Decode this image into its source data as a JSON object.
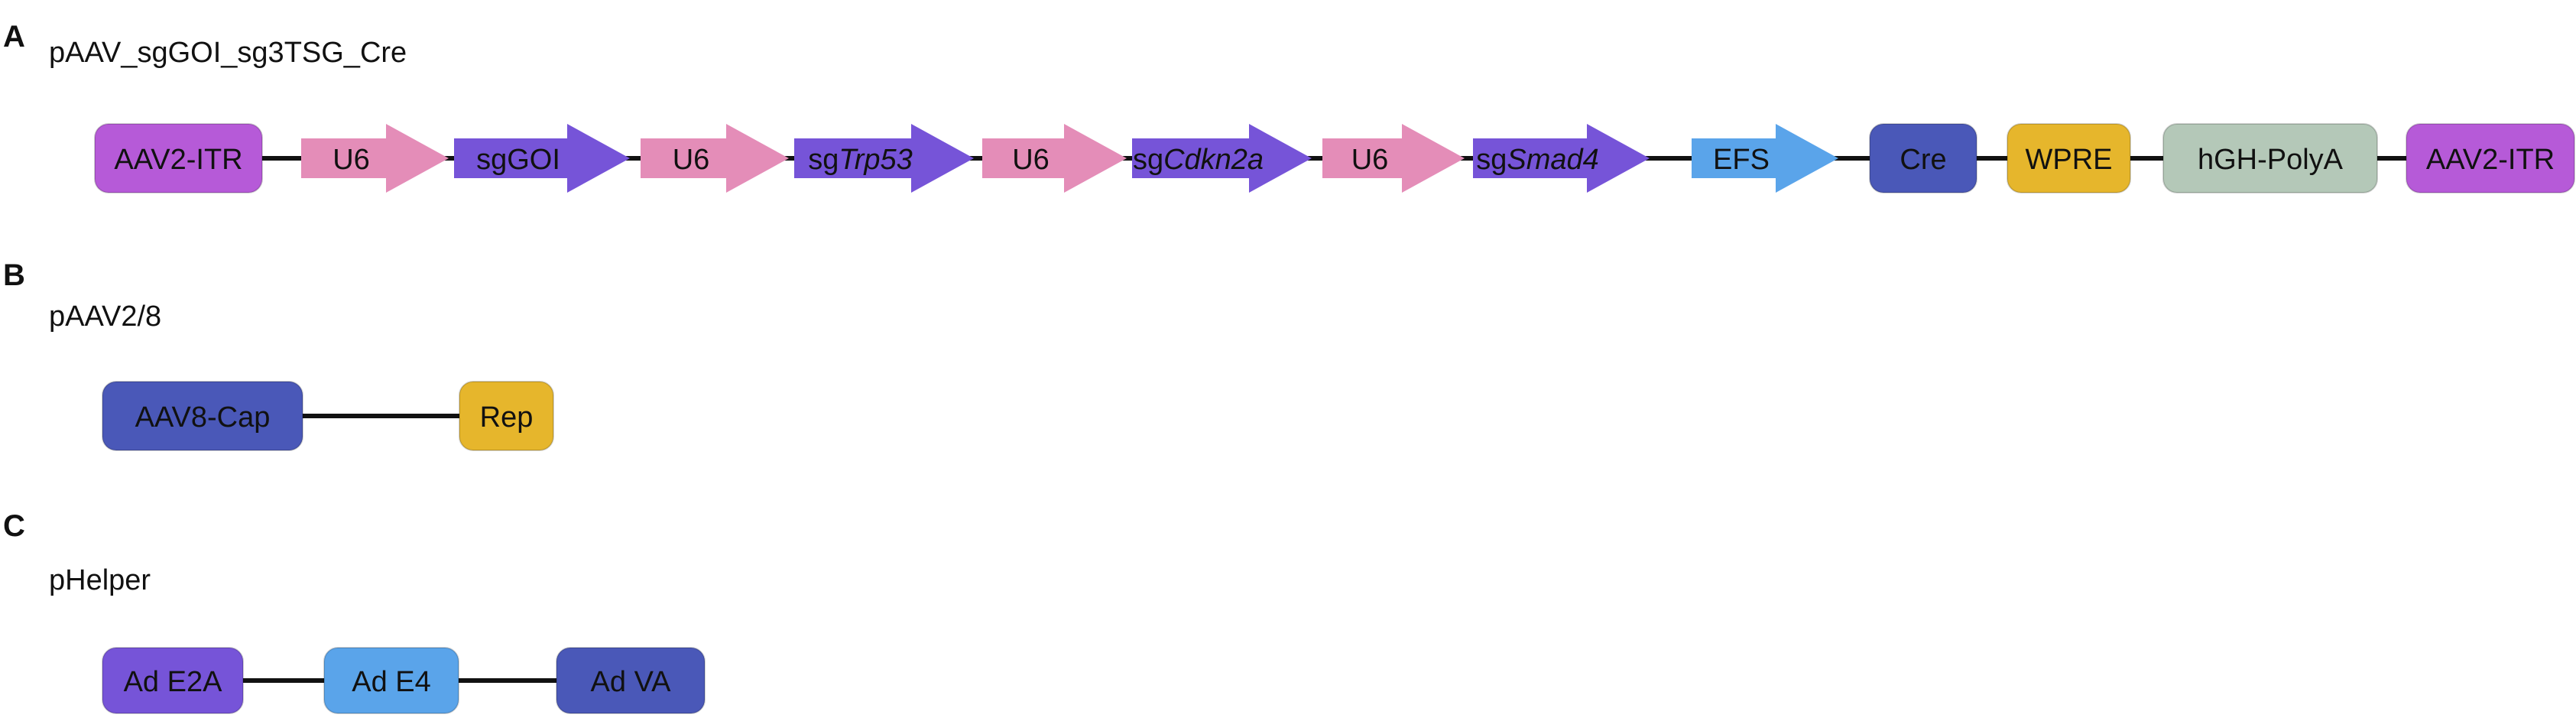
{
  "panels": [
    {
      "letter": "A",
      "plasmid": "pAAV_sgGOI_sg3TSG_Cre",
      "elements": [
        {
          "shape": "box",
          "color": "#b65ad8",
          "parts": [
            {
              "text": "AAV2-ITR"
            }
          ]
        },
        {
          "shape": "arrow",
          "color": "#e48db8",
          "parts": [
            {
              "text": "U6"
            }
          ]
        },
        {
          "shape": "arrow",
          "color": "#7654d8",
          "parts": [
            {
              "text": "sgGOI"
            }
          ]
        },
        {
          "shape": "arrow",
          "color": "#e48db8",
          "parts": [
            {
              "text": "U6"
            }
          ]
        },
        {
          "shape": "arrow",
          "color": "#7654d8",
          "parts": [
            {
              "text": "sg"
            },
            {
              "text": "Trp53",
              "italic": true
            }
          ]
        },
        {
          "shape": "arrow",
          "color": "#e48db8",
          "parts": [
            {
              "text": "U6"
            }
          ]
        },
        {
          "shape": "arrow",
          "color": "#7654d8",
          "parts": [
            {
              "text": "sg"
            },
            {
              "text": "Cdkn2a",
              "italic": true
            }
          ]
        },
        {
          "shape": "arrow",
          "color": "#e48db8",
          "parts": [
            {
              "text": "U6"
            }
          ]
        },
        {
          "shape": "arrow",
          "color": "#7654d8",
          "parts": [
            {
              "text": "sg"
            },
            {
              "text": "Smad4",
              "italic": true
            }
          ]
        },
        {
          "shape": "arrow",
          "color": "#5aa4ea",
          "parts": [
            {
              "text": "EFS"
            }
          ]
        },
        {
          "shape": "box",
          "color": "#4a58b8",
          "parts": [
            {
              "text": "Cre"
            }
          ]
        },
        {
          "shape": "box",
          "color": "#e6b62c",
          "parts": [
            {
              "text": "WPRE"
            }
          ]
        },
        {
          "shape": "box",
          "color": "#b4c8b8",
          "parts": [
            {
              "text": "hGH-PolyA"
            }
          ]
        },
        {
          "shape": "box",
          "color": "#b65ad8",
          "parts": [
            {
              "text": "AAV2-ITR"
            }
          ]
        }
      ]
    },
    {
      "letter": "B",
      "plasmid": "pAAV2/8",
      "elements": [
        {
          "shape": "box",
          "color": "#4a58b8",
          "parts": [
            {
              "text": "AAV8-Cap"
            }
          ]
        },
        {
          "shape": "box",
          "color": "#e6b62c",
          "parts": [
            {
              "text": "Rep"
            }
          ]
        }
      ]
    },
    {
      "letter": "C",
      "plasmid": "pHelper",
      "elements": [
        {
          "shape": "box",
          "color": "#7654d8",
          "parts": [
            {
              "text": "Ad E2A"
            }
          ]
        },
        {
          "shape": "box",
          "color": "#5aa4ea",
          "parts": [
            {
              "text": "Ad E4"
            }
          ]
        },
        {
          "shape": "box",
          "color": "#4a58b8",
          "parts": [
            {
              "text": "Ad VA"
            }
          ]
        }
      ]
    }
  ]
}
